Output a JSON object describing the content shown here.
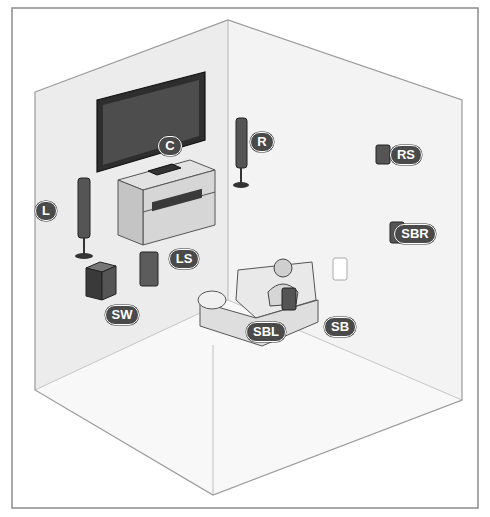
{
  "diagram": {
    "nodes": [
      {
        "text": [
          "C"
        ]
      },
      {
        "text": [
          "R"
        ]
      },
      {
        "text": [
          "RS"
        ]
      },
      {
        "text": [
          "L"
        ]
      },
      {
        "text": [
          "SBR"
        ]
      },
      {
        "text": [
          "LS"
        ]
      },
      {
        "text": [
          "SW"
        ]
      },
      {
        "text": [
          "SBL"
        ]
      },
      {
        "text": [
          "SB"
        ]
      }
    ]
  }
}
